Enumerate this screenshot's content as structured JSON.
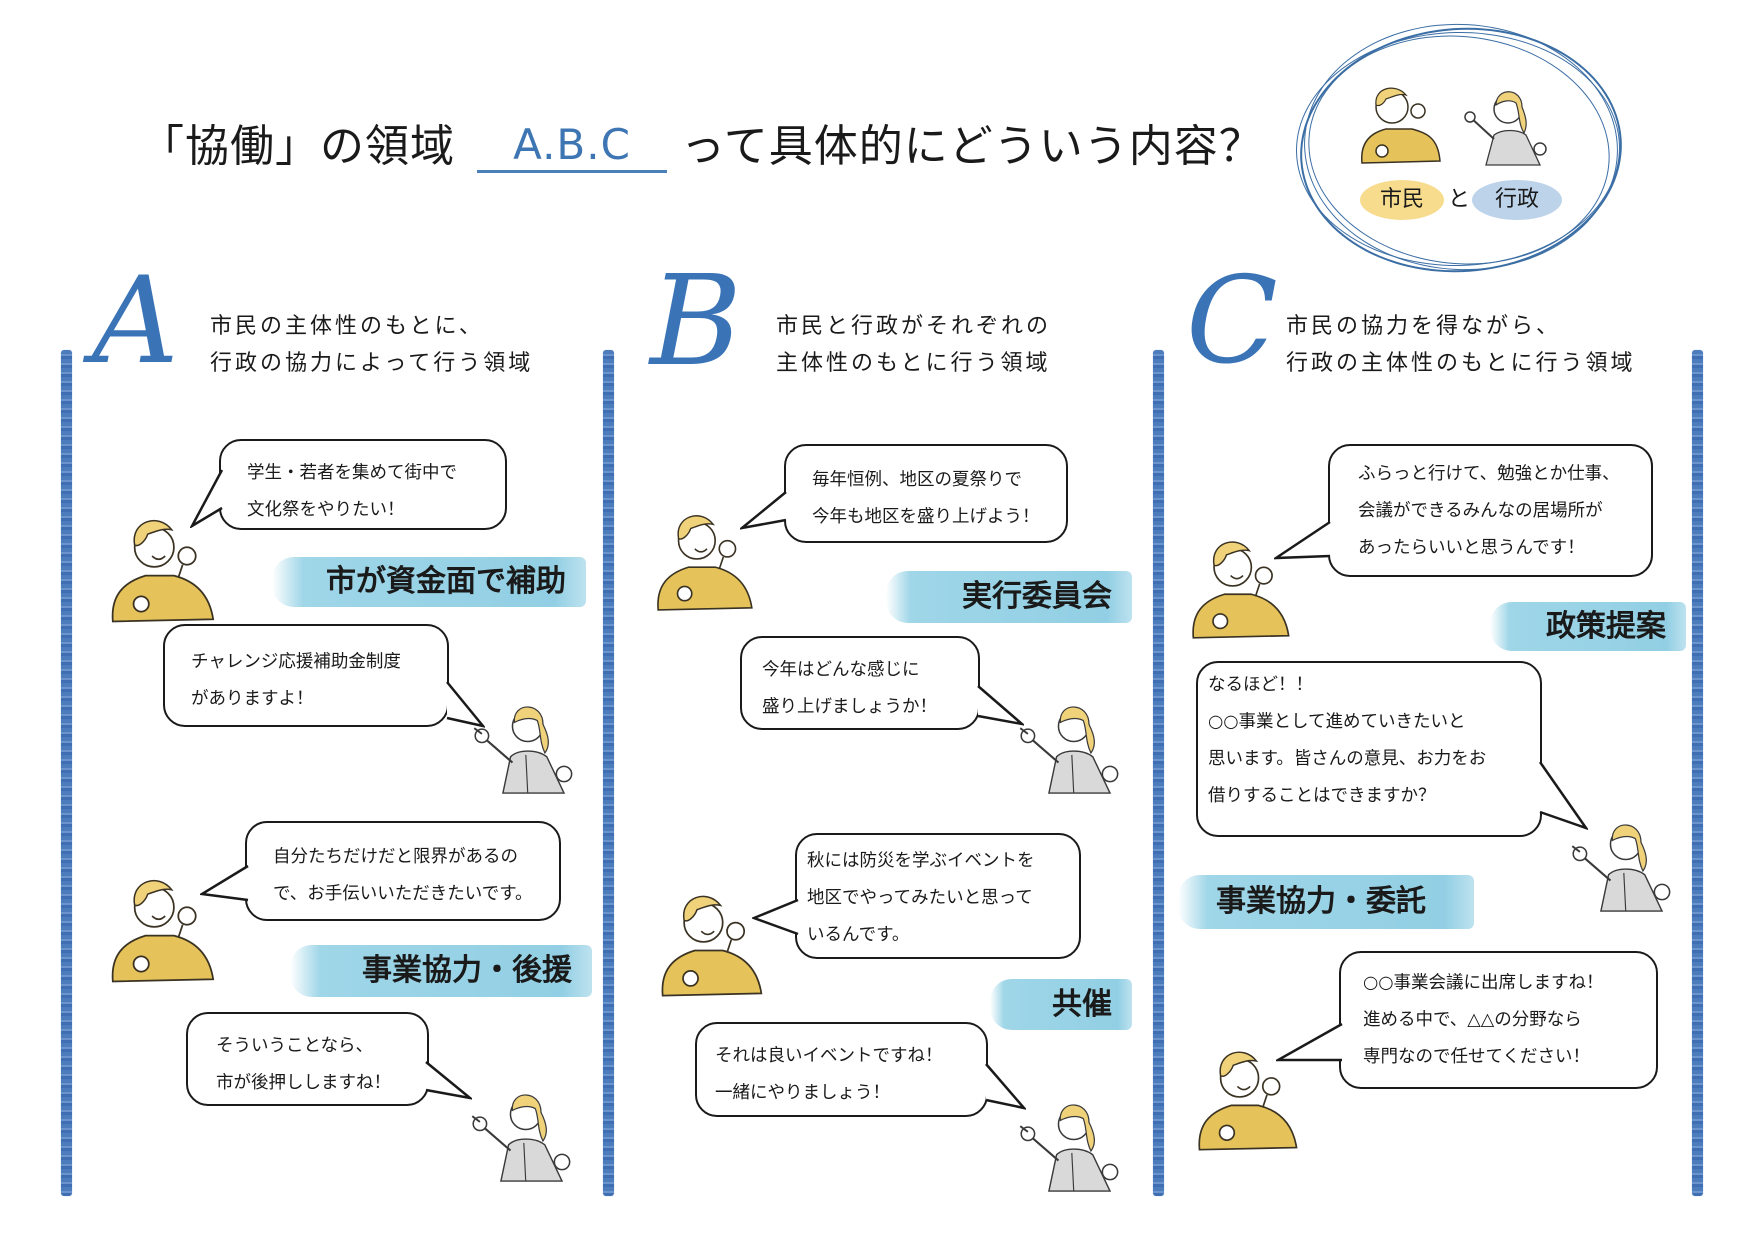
{
  "header": {
    "title_prefix": "「協働」の領域",
    "title_highlight": "A.B.C",
    "title_suffix": "って具体的にどういう内容？",
    "badge": {
      "left": "市民",
      "mid": "と",
      "right": "行政"
    }
  },
  "colors": {
    "accent_blue": "#3a74b7",
    "rail_blue": "#4d7cbd",
    "label_band": "#9fd6e8",
    "citizen_yellow": "#f8dc8e",
    "gov_blue": "#bcd3ea",
    "sweater": "#e6c35a"
  },
  "columns": [
    {
      "letter": "A",
      "desc": [
        "市民の主体性のもとに、",
        "行政の協力によって行う領域"
      ],
      "bubbles": [
        {
          "speaker": "citizen",
          "lines": [
            "学生・若者を集めて街中で",
            "文化祭をやりたい！"
          ]
        },
        {
          "speaker": "government",
          "lines": [
            "チャレンジ応援補助金制度",
            "がありますよ！"
          ]
        },
        {
          "speaker": "citizen",
          "lines": [
            "自分たちだけだと限界があるの",
            "で、お手伝いいただきたいです。"
          ]
        },
        {
          "speaker": "government",
          "lines": [
            "そういうことなら、",
            "市が後押ししますね！"
          ]
        }
      ],
      "labels": [
        "市が資金面で補助",
        "事業協力・後援"
      ]
    },
    {
      "letter": "B",
      "desc": [
        "市民と行政がそれぞれの",
        "主体性のもとに行う領域"
      ],
      "bubbles": [
        {
          "speaker": "citizen",
          "lines": [
            "毎年恒例、地区の夏祭りで",
            "今年も地区を盛り上げよう！"
          ]
        },
        {
          "speaker": "government",
          "lines": [
            "今年はどんな感じに",
            "盛り上げましょうか！"
          ]
        },
        {
          "speaker": "citizen",
          "lines": [
            "秋には防災を学ぶイベントを",
            "地区でやってみたいと思って",
            "いるんです。"
          ]
        },
        {
          "speaker": "government",
          "lines": [
            "それは良いイベントですね！",
            "一緒にやりましょう！"
          ]
        }
      ],
      "labels": [
        "実行委員会",
        "共催"
      ]
    },
    {
      "letter": "C",
      "desc": [
        "市民の協力を得ながら、",
        "行政の主体性のもとに行う領域"
      ],
      "bubbles": [
        {
          "speaker": "citizen",
          "lines": [
            "ふらっと行けて、勉強とか仕事、",
            "会議ができるみんなの居場所が",
            "あったらいいと思うんです！"
          ]
        },
        {
          "speaker": "government",
          "lines": [
            "なるほど！！",
            "○○事業として進めていきたいと",
            "思います。皆さんの意見、お力をお",
            "借りすることはできますか？"
          ]
        },
        {
          "speaker": "citizen",
          "lines": [
            "○○事業会議に出席しますね！",
            "進める中で、△△の分野なら",
            "専門なので任せてください！"
          ]
        }
      ],
      "labels": [
        "政策提案",
        "事業協力・委託"
      ]
    }
  ]
}
